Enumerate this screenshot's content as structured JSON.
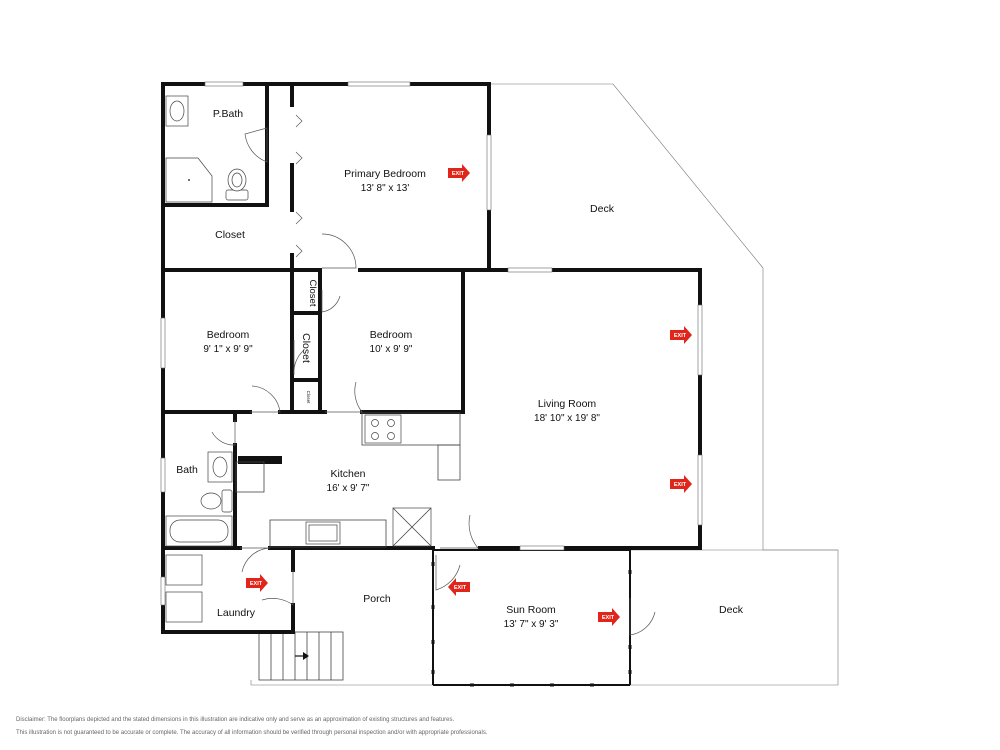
{
  "rooms": {
    "pbath": {
      "name": "P.Bath"
    },
    "primary_bedroom": {
      "name": "Primary Bedroom",
      "dims": "13' 8\" x 13'"
    },
    "closet_main": {
      "name": "Closet"
    },
    "deck_upper": {
      "name": "Deck"
    },
    "closet_small_1": {
      "name": "Closet"
    },
    "closet_small_2": {
      "name": "Closet"
    },
    "closet_tiny": {
      "name": "Closet"
    },
    "bedroom_1": {
      "name": "Bedroom",
      "dims": "9' 1\" x 9' 9\""
    },
    "bedroom_2": {
      "name": "Bedroom",
      "dims": "10' x 9' 9\""
    },
    "living_room": {
      "name": "Living Room",
      "dims": "18' 10\" x 19' 8\""
    },
    "bath": {
      "name": "Bath"
    },
    "kitchen": {
      "name": "Kitchen",
      "dims": "16' x 9' 7\""
    },
    "laundry": {
      "name": "Laundry"
    },
    "porch": {
      "name": "Porch"
    },
    "sun_room": {
      "name": "Sun Room",
      "dims": "13' 7\" x 9' 3\""
    },
    "deck_lower": {
      "name": "Deck"
    }
  },
  "exit_label": "EXIT",
  "exit_color": "#e0261a",
  "disclaimer": [
    "Disclaimer: The floorplans depicted and the stated dimensions in this illustration are indicative only and serve as an approximation of existing structures and features.",
    "This illustration is not guaranteed to be accurate or complete. The accuracy of all information should be verified through personal inspection and/or with appropriate professionals."
  ]
}
